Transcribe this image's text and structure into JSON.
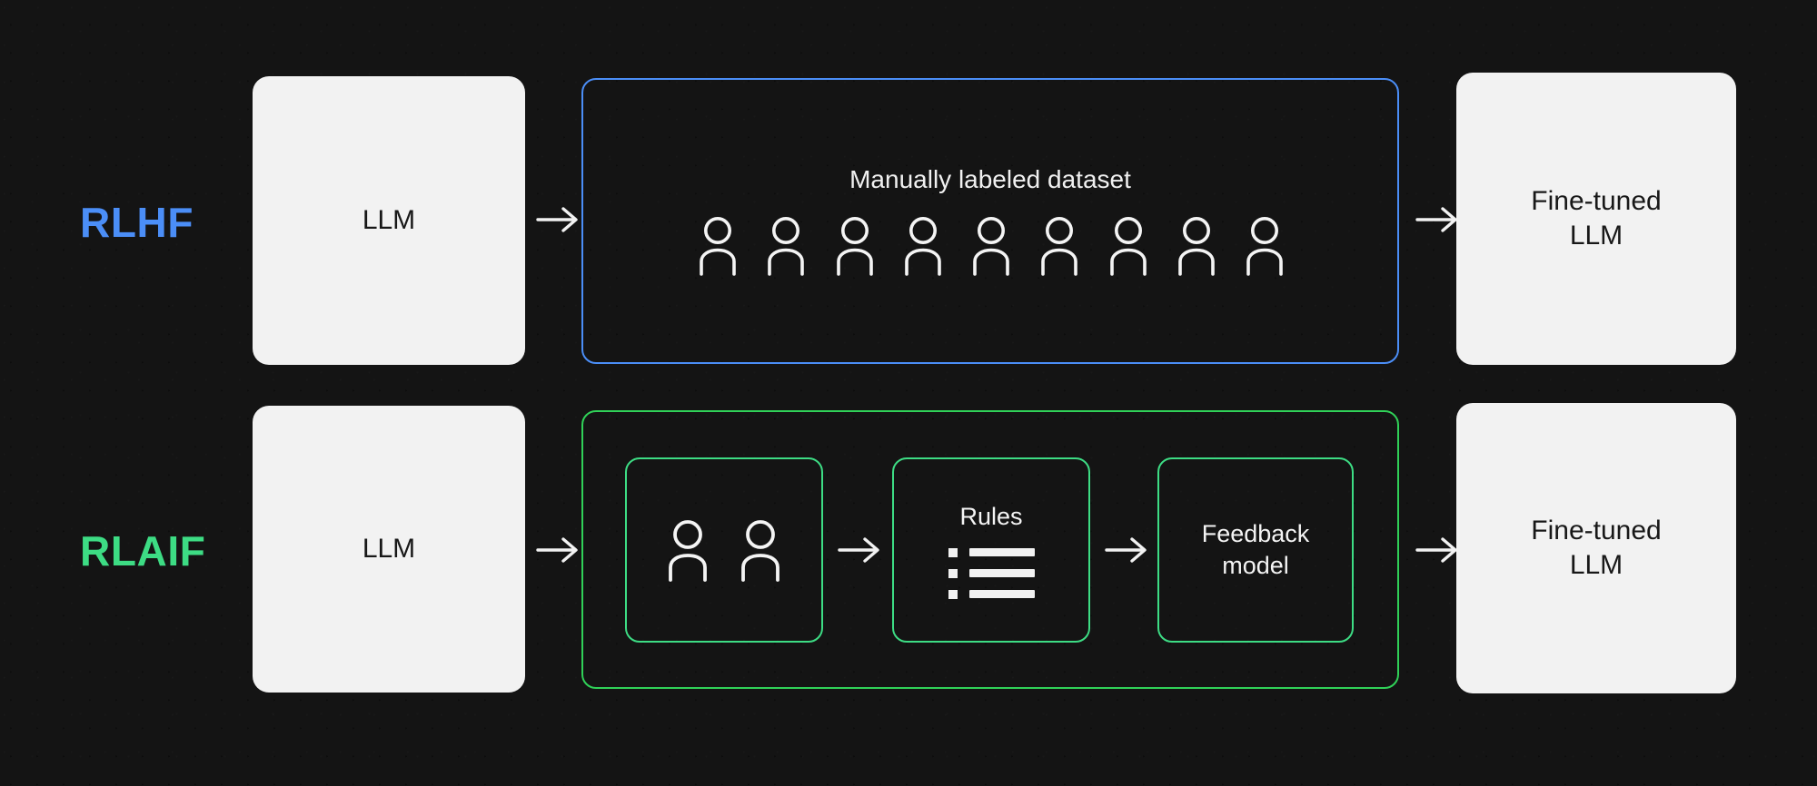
{
  "page": {
    "background_color": "#141414",
    "title": "RLHF versus RLAIF pipeline comparison"
  },
  "colors": {
    "background": "#141414",
    "rlhf_accent": "#4b8ef7",
    "rlaif_accent": "#3ddc84",
    "card_fill": "#f2f2f2",
    "card_text": "#181818",
    "light_text": "#f0f0f0"
  },
  "rows": [
    {
      "id": "rlhf",
      "label": "RLHF",
      "accent": "#4b8ef7",
      "input_card": {
        "label": "LLM"
      },
      "middle": {
        "caption": "Manually labeled dataset",
        "person_count": 9,
        "border_color": "#4b8ef7"
      },
      "output_card": {
        "line1": "Fine-tuned",
        "line2": "LLM"
      },
      "arrows": 2
    },
    {
      "id": "rlaif",
      "label": "RLAIF",
      "accent": "#3ddc84",
      "input_card": {
        "label": "LLM"
      },
      "middle": {
        "border_color": "#3ddc84",
        "steps": [
          {
            "id": "people",
            "title": "",
            "icon": "two-people-icon",
            "person_count": 2
          },
          {
            "id": "rules",
            "title": "Rules",
            "icon": "bullet-list-icon",
            "bullet_count": 3
          },
          {
            "id": "feedback",
            "title_line1": "Feedback",
            "title_line2": "model",
            "icon": ""
          }
        ]
      },
      "output_card": {
        "line1": "Fine-tuned",
        "line2": "LLM"
      },
      "arrows": 4
    }
  ],
  "icons": {
    "person": "person-icon",
    "arrow": "arrow-right-icon",
    "bullet_list": "bullet-list-icon"
  }
}
